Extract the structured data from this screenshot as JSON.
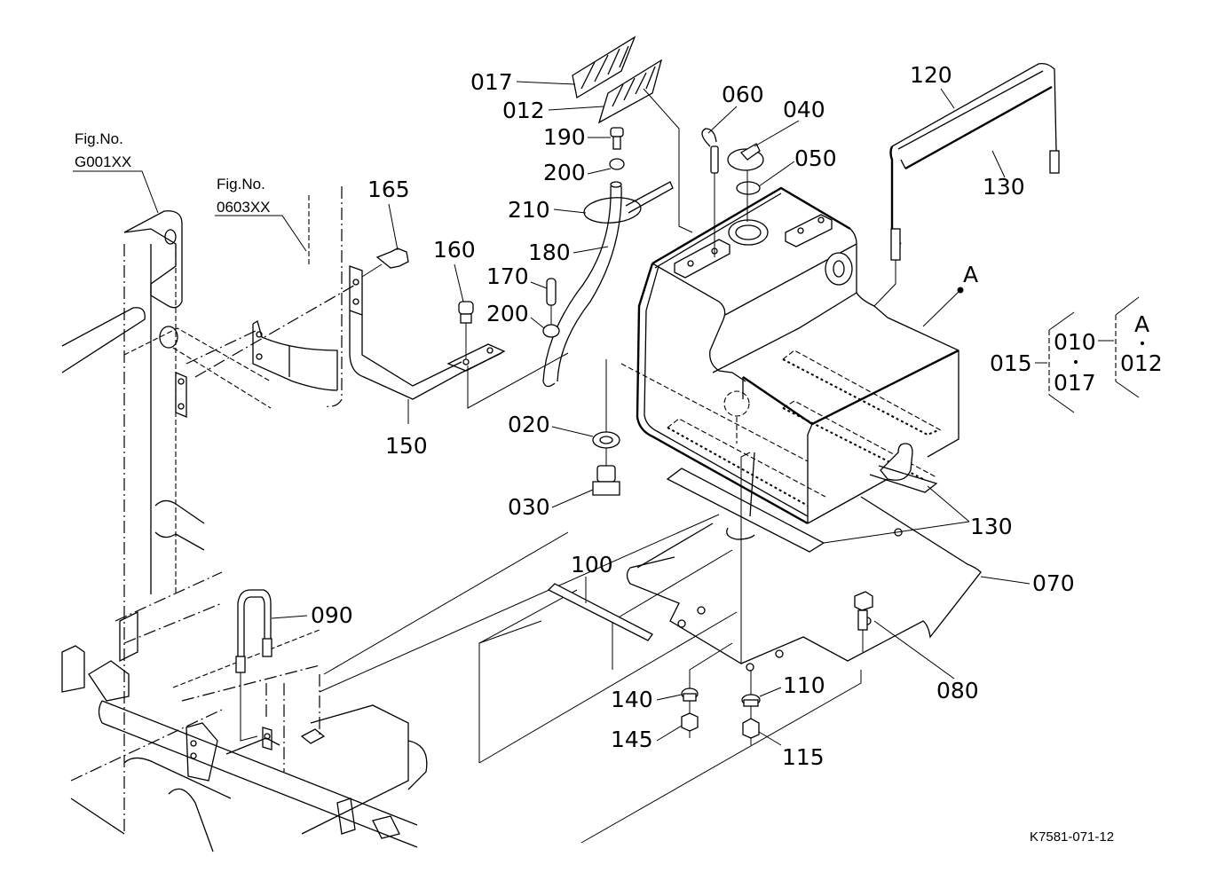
{
  "diagram": {
    "type": "exploded-parts-diagram",
    "subject": "Fuel tank assembly",
    "reference_code": "K7581-071-12",
    "figure_refs": [
      {
        "title": "Fig.No.",
        "code": "G001XX"
      },
      {
        "title": "Fig.No.",
        "code": "0603XX"
      }
    ],
    "part_callouts": [
      {
        "id": "017",
        "label": "017"
      },
      {
        "id": "012",
        "label": "012"
      },
      {
        "id": "190",
        "label": "190"
      },
      {
        "id": "200a",
        "label": "200"
      },
      {
        "id": "210",
        "label": "210"
      },
      {
        "id": "180",
        "label": "180"
      },
      {
        "id": "170",
        "label": "170"
      },
      {
        "id": "200b",
        "label": "200"
      },
      {
        "id": "165",
        "label": "165"
      },
      {
        "id": "160",
        "label": "160"
      },
      {
        "id": "150",
        "label": "150"
      },
      {
        "id": "060",
        "label": "060"
      },
      {
        "id": "040",
        "label": "040"
      },
      {
        "id": "050",
        "label": "050"
      },
      {
        "id": "120",
        "label": "120"
      },
      {
        "id": "130a",
        "label": "130"
      },
      {
        "id": "020",
        "label": "020"
      },
      {
        "id": "030",
        "label": "030"
      },
      {
        "id": "130b",
        "label": "130"
      },
      {
        "id": "070",
        "label": "070"
      },
      {
        "id": "100",
        "label": "100"
      },
      {
        "id": "090",
        "label": "090"
      },
      {
        "id": "080",
        "label": "080"
      },
      {
        "id": "140",
        "label": "140"
      },
      {
        "id": "110",
        "label": "110"
      },
      {
        "id": "145",
        "label": "145"
      },
      {
        "id": "115",
        "label": "115"
      }
    ],
    "assembly_marker": "A",
    "legend": {
      "parent": "015",
      "children": [
        "010",
        "017"
      ],
      "sub_group": {
        "marker": "A",
        "child": "012"
      }
    }
  }
}
